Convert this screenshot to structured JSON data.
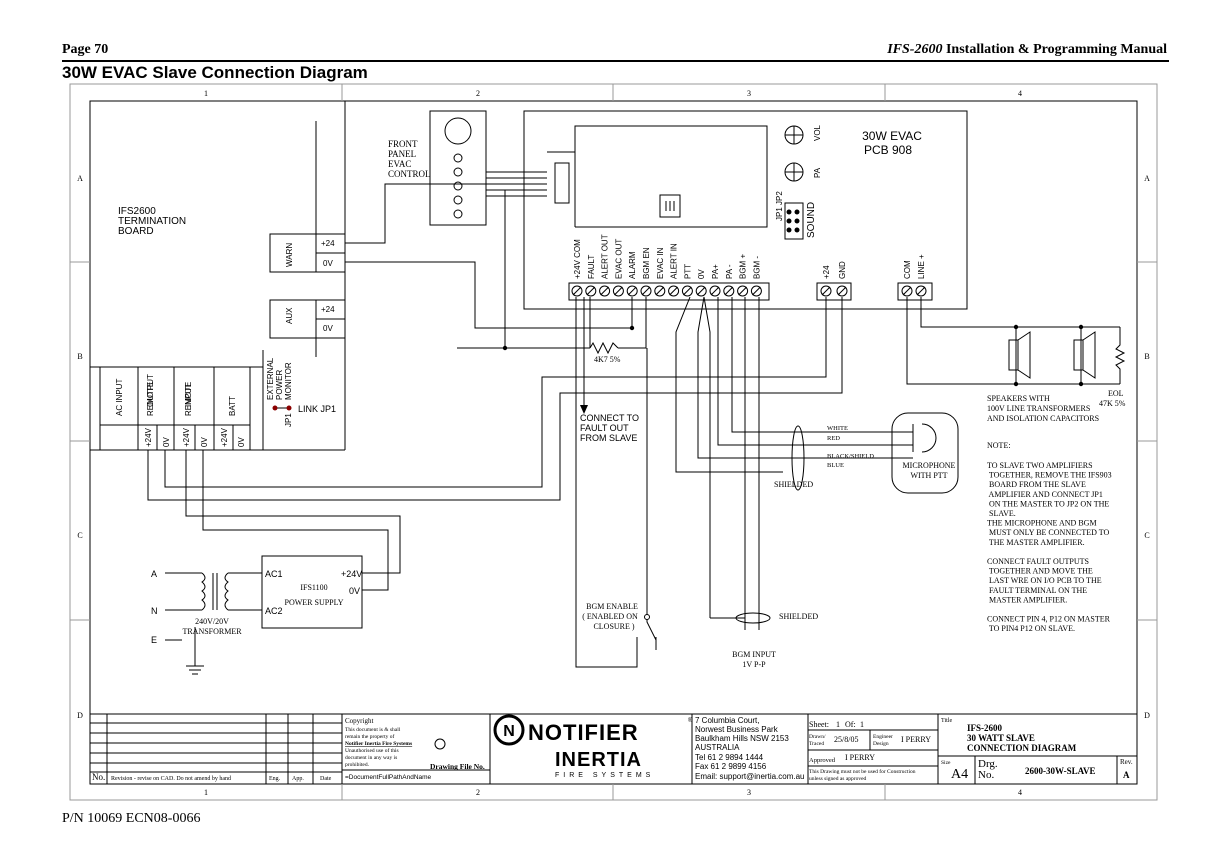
{
  "header": {
    "page": "Page 70",
    "manual_title_italic": "IFS-2600",
    "manual_title_rest": " Installation & Programming Manual",
    "diagram_title": "30W EVAC Slave Connection Diagram"
  },
  "grid": {
    "cols": [
      "1",
      "2",
      "3",
      "4"
    ],
    "rows": [
      "A",
      "B",
      "C",
      "D"
    ]
  },
  "termination_board": {
    "title": [
      "IFS2600",
      "TERMINATION",
      "BOARD"
    ],
    "warn": "WARN",
    "aux": "AUX",
    "plus24": "+24",
    "zero_v": "0V",
    "ext_monitor": [
      "EXTERNAL",
      "POWER",
      "MONITOR"
    ],
    "jp1": "JP1",
    "link_jp1": "LINK JP1",
    "bottom_groups": [
      "AC INPUT",
      "REMOTE OUTPUT",
      "REMOTE INPUT",
      "BATT"
    ],
    "bottom_terms": [
      "+24V",
      "0V",
      "+24V",
      "0V",
      "+24V",
      "0V"
    ]
  },
  "front_panel": [
    "FRONT",
    "PANEL",
    "EVAC",
    "CONTROL"
  ],
  "pcb": {
    "title": [
      "30W  EVAC",
      "PCB 908"
    ],
    "vol": "VOL",
    "pa": "PA",
    "jp1": "JP1",
    "jp2": "JP2",
    "sound": "SOUND",
    "terminals": [
      "+24V COM",
      "FAULT",
      "ALERT OUT",
      "EVAC OUT",
      "ALARM",
      "BGM EN",
      "EVAC IN",
      "ALERT IN",
      "PTT",
      "0V",
      "PA+",
      "PA -",
      "BGM +",
      "BGM -"
    ],
    "power_terms": [
      "+24",
      "GND"
    ],
    "line_terms": [
      "COM",
      "LINE +"
    ]
  },
  "labels": {
    "resistor": "4K7 5%",
    "connect_fault": [
      "CONNECT TO",
      "FAULT OUT",
      "FROM SLAVE"
    ],
    "white": "WHITE",
    "red": "RED",
    "black_shield": "BLACK/SHIELD",
    "blue": "BLUE",
    "shielded": "SHIELDED",
    "microphone": [
      "MICROPHONE",
      "WITH PTT"
    ],
    "speakers": [
      "SPEAKERS WITH",
      "100V LINE TRANSFORMERS",
      "AND ISOLATION CAPACITORS"
    ],
    "eol": [
      "EOL",
      "47K 5%"
    ],
    "bgm_enable": [
      "BGM ENABLE",
      "( ENABLED ON",
      "CLOSURE )"
    ],
    "bgm_input": [
      "BGM INPUT",
      "1V P-P"
    ],
    "transformer": [
      "240V/20V",
      "TRANSFORMER"
    ],
    "a": "A",
    "n": "N",
    "e": "E",
    "ac1": "AC1",
    "ac2": "AC2",
    "p24v": "+24V",
    "zv": "0V",
    "power_supply": [
      "IFS1100",
      "POWER SUPPLY"
    ]
  },
  "note": {
    "heading": "NOTE:",
    "lines": [
      "TO SLAVE TWO AMPLIFIERS",
      " TOGETHER, REMOVE THE IFS903",
      " BOARD FROM THE SLAVE",
      " AMPLIFIER AND CONNECT JP1",
      " ON THE MASTER TO JP2 ON THE",
      " SLAVE.",
      "THE MICROPHONE AND BGM",
      " MUST ONLY BE CONNECTED TO",
      " THE MASTER AMPLIFIER.",
      "",
      "CONNECT FAULT OUTPUTS",
      " TOGETHER AND MOVE THE",
      " LAST WRE ON I/O PCB TO THE",
      " FAULT TERMINAL ON THE",
      " MASTER AMPLIFIER.",
      "",
      "CONNECT PIN 4, P12 ON MASTER",
      " TO PIN4 P12 ON SLAVE."
    ]
  },
  "title_block": {
    "revision_cols": [
      "No.",
      "Revision - revise on CAD.  Do not amend by hand",
      "Eng.",
      "App.",
      "Date"
    ],
    "copyright": [
      "Copyright",
      "This document is & shall",
      "remain the property of",
      "Notifier Inertia Fire Systems",
      "Unauthorised use of this",
      "document in any way is",
      "prohibited."
    ],
    "drawing_file_no": "Drawing File No.",
    "file_path": "=DocumentFullPathAndName",
    "brand1": "NOTIFIER",
    "brand2": "INERTIA",
    "brand3": "FIRE SYSTEMS",
    "address": [
      "7 Columbia Court,",
      "Norwest Business Park",
      "Baulkham Hills NSW 2153",
      "AUSTRALIA",
      "Tel  61 2 9894 1444",
      "Fax  61 2 9899 4156",
      "Email: support@inertia.com.au"
    ],
    "sheet": "Sheet:",
    "sheet_no": "1",
    "of": "Of:",
    "of_no": "1",
    "drawn": "Drawn/",
    "traced": "Traced",
    "date": "25/8/05",
    "engineer": "Engineer",
    "design": "Design",
    "eng_name": "I PERRY",
    "approved": "Approved",
    "app_name": "I PERRY",
    "disclaimer": [
      "This Drawing must not be used for Construction",
      "unless signed as approved"
    ],
    "title_lbl": "Title",
    "title_lines": [
      "IFS-2600",
      "30 WATT SLAVE",
      "CONNECTION DIAGRAM"
    ],
    "size_lbl": "Size",
    "size": "A4",
    "drg": "Drg.",
    "no": "No.",
    "drg_no": "2600-30W-SLAVE",
    "rev_lbl": "Rev.",
    "rev": "A"
  },
  "footer": "P/N 10069 ECN08-0066"
}
